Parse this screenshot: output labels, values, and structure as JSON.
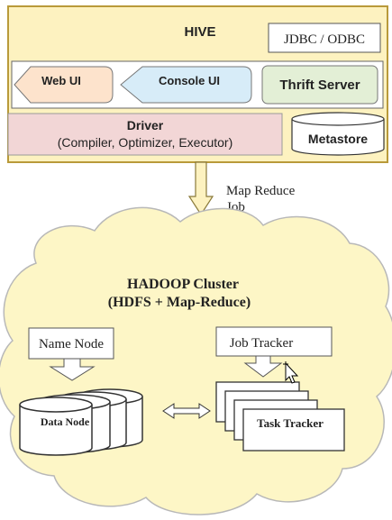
{
  "hive": {
    "title": "HIVE",
    "jdbc_odbc": "JDBC / ODBC",
    "web_ui": "Web UI",
    "console_ui": "Console UI",
    "thrift_server": "Thrift Server",
    "driver_title": "Driver",
    "driver_detail": "(Compiler, Optimizer, Executor)",
    "metastore": "Metastore"
  },
  "arrow_label": {
    "line1": "Map Reduce",
    "line2": "Job"
  },
  "hadoop": {
    "title_line1": "HADOOP Cluster",
    "title_line2": "(HDFS + Map-Reduce)",
    "name_node": "Name Node",
    "job_tracker": "Job Tracker",
    "data_node": "Data Node",
    "task_tracker": "Task Tracker"
  },
  "colors": {
    "hive_fill": "#fdf2c0",
    "hive_border": "#b99a3a",
    "driver_fill": "#f2d6d6",
    "web_ui_fill": "#fde3cc",
    "console_ui_fill": "#d7ecf8",
    "thrift_fill": "#e3efd6",
    "cloud_fill": "#fdf6c6"
  }
}
